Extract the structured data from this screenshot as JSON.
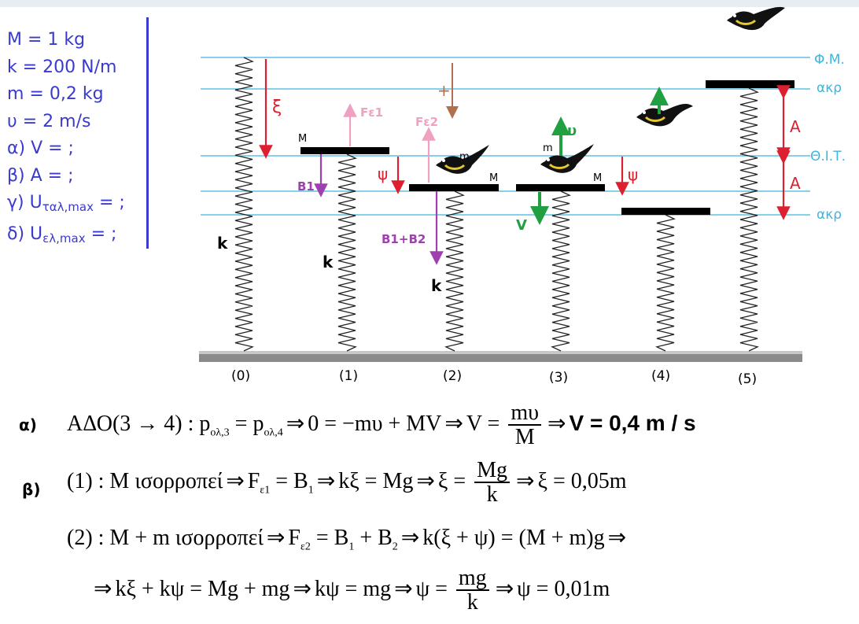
{
  "given": {
    "M": "M = 1 kg",
    "k": "k = 200 N/m",
    "m": "m = 0,2 kg",
    "u": "υ = 2 m/s",
    "qa": "α) V = ;",
    "qb": "β) A = ;",
    "qc_pre": "γ) U",
    "qc_sub": "ταλ,max",
    "qc_post": " = ;",
    "qd_pre": "δ) U",
    "qd_sub": "ελ,max",
    "qd_post": " = ;"
  },
  "levels": {
    "natural": "Φ.Μ.",
    "akr_top": "ακρ",
    "equilibrium": "Θ.Ι.Τ.",
    "akr_bottom": "ακρ"
  },
  "labels": {
    "xi": "ξ",
    "psi": "ψ",
    "psi2": "ψ",
    "M1": "M",
    "M2": "M",
    "M3": "M",
    "m2": "m",
    "m3": "m",
    "Fe1": "Fε1",
    "Fe2": "Fε2",
    "B1": "B1",
    "B12": "B1+B2",
    "u": "υ",
    "V": "V",
    "A1": "A",
    "A2": "A",
    "k0": "k",
    "k1": "k",
    "k2": "k",
    "plus": "+"
  },
  "positions": [
    "(0)",
    "(1)",
    "(2)",
    "(3)",
    "(4)",
    "(5)"
  ],
  "colors": {
    "text_blue": "#3a3ad0",
    "line_cyan": "#3fb5dd",
    "arrow_red": "#dd2030",
    "arrow_pink": "#f0a0c0",
    "arrow_purple": "#a040b0",
    "arrow_green": "#20a040",
    "arrow_brown": "#b07050"
  },
  "solution": {
    "a_label": "α)",
    "a_text1": "ΑΔΟ(3 → 4) : p",
    "a_sub1": "ολ,3",
    "a_text2": " = p",
    "a_sub2": "ολ,4",
    "a_text3": "0 = −mυ + MV",
    "a_text4": "V =",
    "a_num": "mυ",
    "a_den": "M",
    "a_result": "V = 0,4 m / s",
    "b_label": "β)",
    "b1_text1": "(1) : M ισορροπεί",
    "b1_text2": "F",
    "b1_sub": "ε1",
    "b1_text3": " = B",
    "b1_sub2": "1",
    "b1_text4": "kξ = Mg",
    "b1_text5": "ξ =",
    "b1_num": "Mg",
    "b1_den": "k",
    "b1_result": "ξ = 0,05m",
    "b2_text1": "(2) : M + m ισορροπεί",
    "b2_text2": "F",
    "b2_sub": "ε2",
    "b2_text3": " = B",
    "b2_sub2": "1",
    "b2_text4": " + B",
    "b2_sub3": "2",
    "b2_text5": "k(ξ + ψ) = (M + m)g",
    "b3_text1": "kξ + kψ = Mg + mg",
    "b3_text2": "kψ = mg",
    "b3_text3": "ψ =",
    "b3_num": "mg",
    "b3_den": "k",
    "b3_result": "ψ = 0,01m"
  }
}
